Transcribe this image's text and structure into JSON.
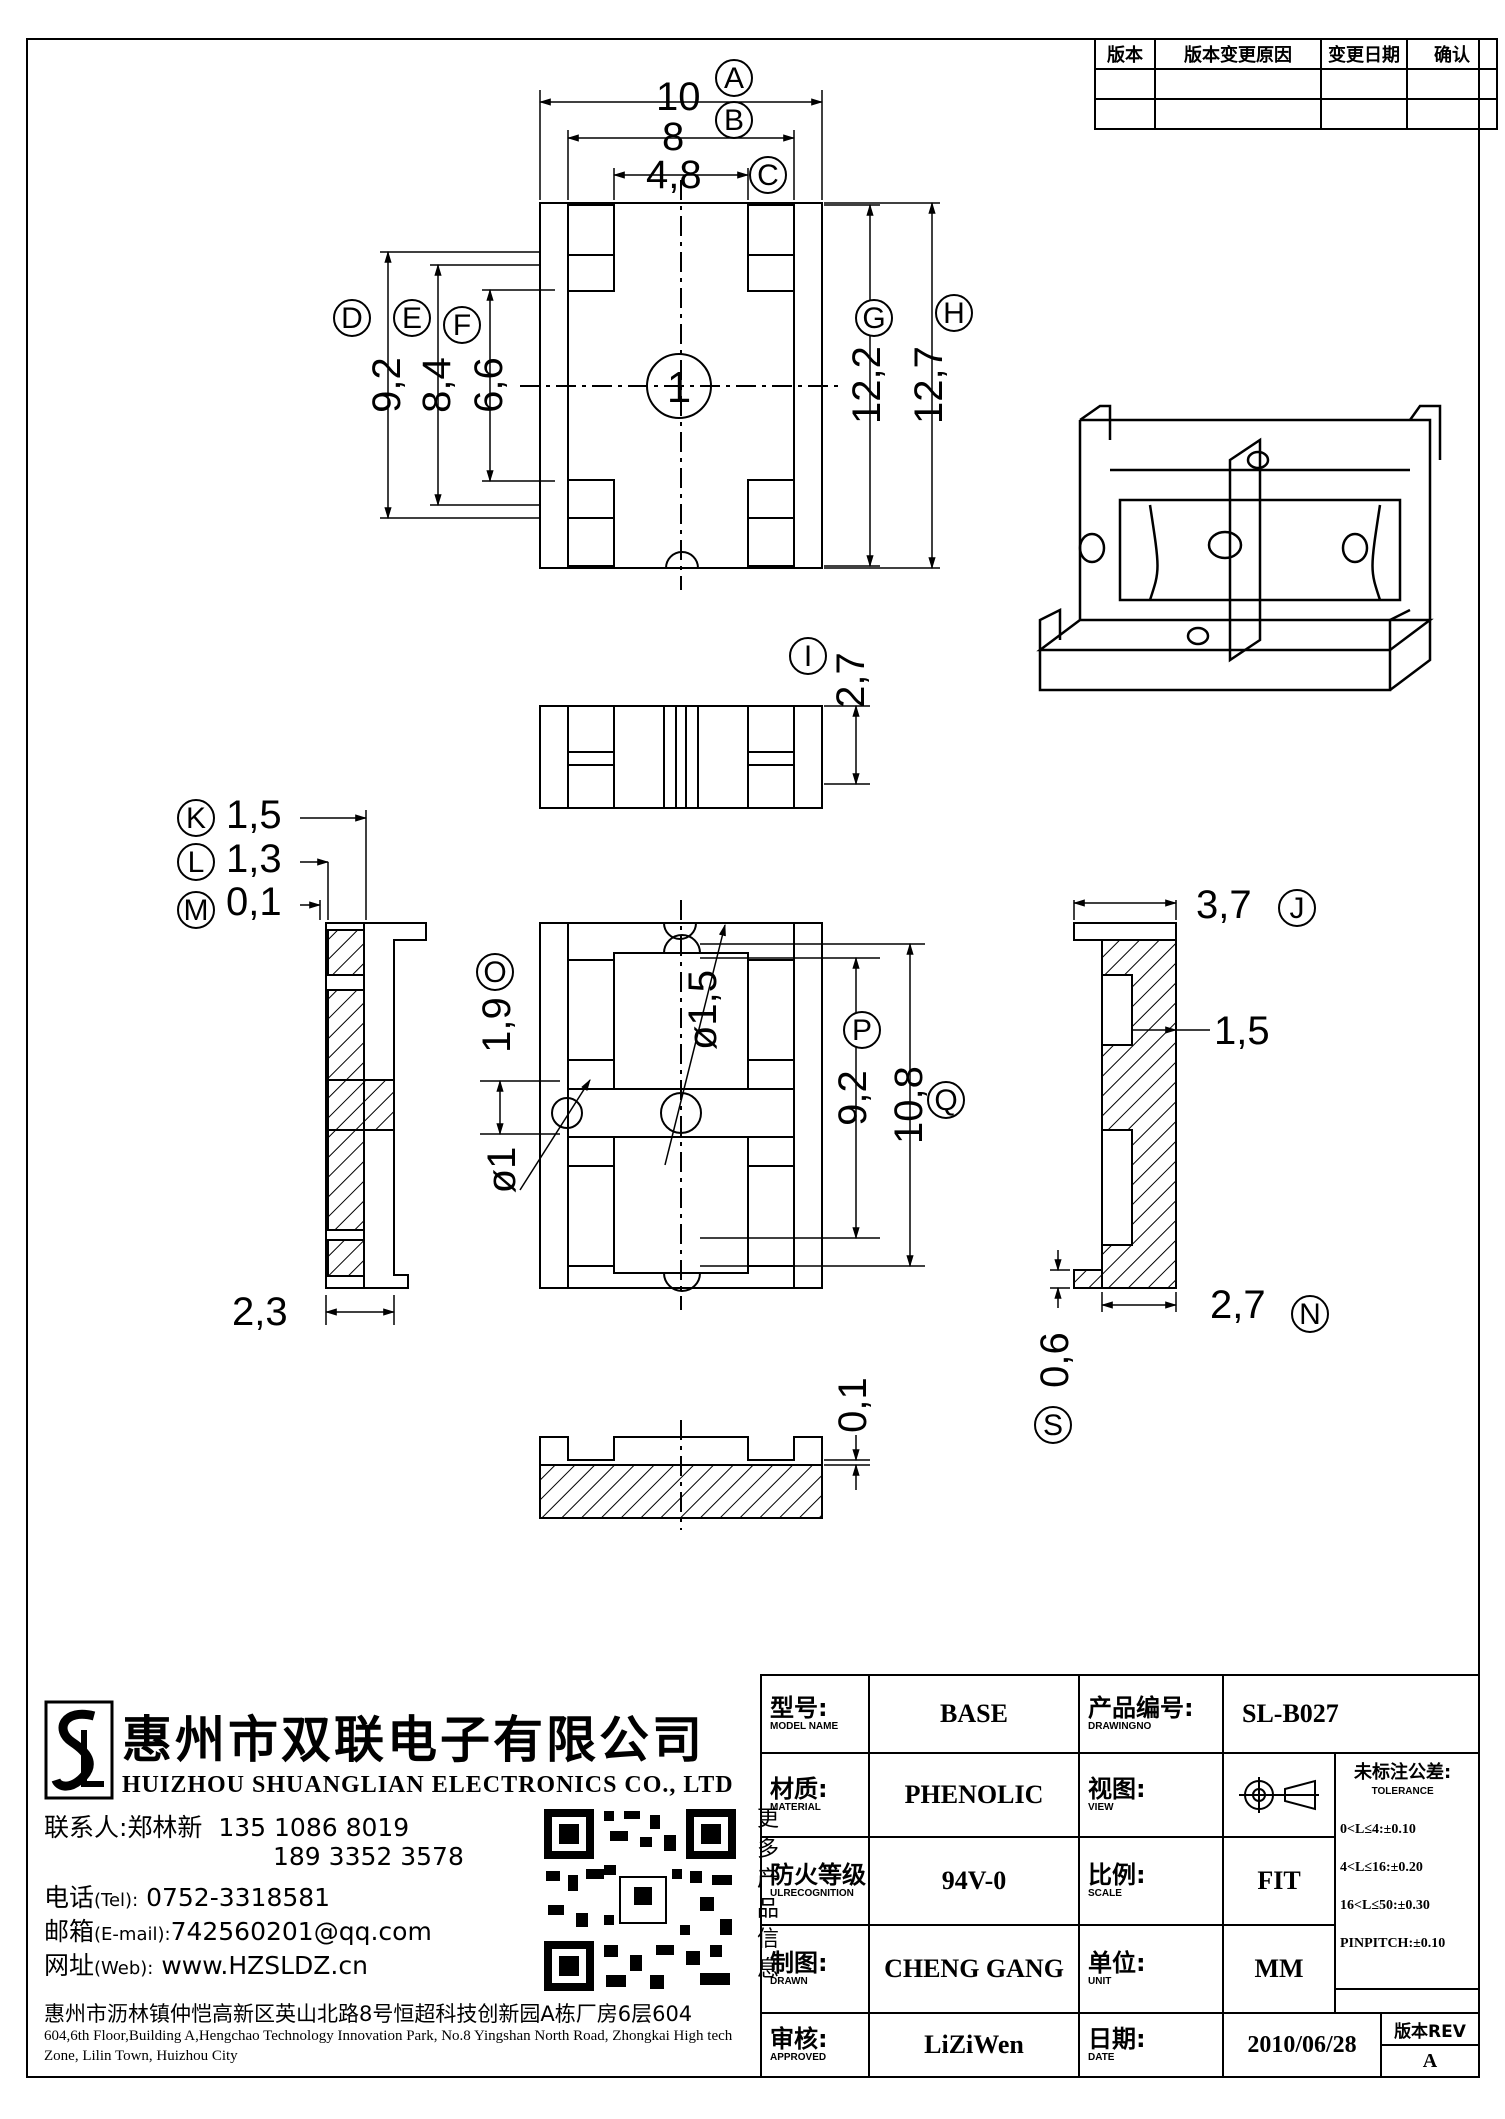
{
  "revision_header": [
    "版本",
    "版本变更原因",
    "变更日期",
    "确认"
  ],
  "dims": {
    "A": "10",
    "B": "8",
    "C": "4,8",
    "D": "9,2",
    "E": "8,4",
    "F": "6,6",
    "G": "12,2",
    "H": "12,7",
    "I": "2,7",
    "K": "1,5",
    "L": "1,3",
    "M": "0,1",
    "O": "1,9",
    "phi15": "ø1,5",
    "phi1": "ø1",
    "P": "9,2",
    "Q": "10,8",
    "J": "3,7",
    "side_mid": "1,5",
    "N": "2,7",
    "S": "0,6",
    "bottom_01": "0,1",
    "left_23": "2,3",
    "pin": "1"
  },
  "tags": [
    "A",
    "B",
    "C",
    "D",
    "E",
    "F",
    "G",
    "H",
    "I",
    "K",
    "L",
    "M",
    "O",
    "P",
    "Q",
    "J",
    "N",
    "S"
  ],
  "company": {
    "name_cn": "惠州市双联电子有限公司",
    "name_en": "HUIZHOU SHUANGLIAN ELECTRONICS CO., LTD",
    "contact_label": "联系人:郑林新",
    "phone1": "135 1086 8019",
    "phone2": "189 3352 3578",
    "tel_label": "电话",
    "tel_sub": "(Tel):",
    "tel": "0752-3318581",
    "mail_label": "邮箱",
    "mail_sub": "(E-mail):",
    "mail": "742560201@qq.com",
    "web_label": "网址",
    "web_sub": "(Web):",
    "web": "www.HZSLDZ.cn",
    "qr_side": "更多产品信息",
    "addr_cn": "惠州市沥林镇仲恺高新区英山北路8号恒超科技创新园A栋厂房6层604",
    "addr_en": "604,6th Floor,Building A,Hengchao Technology Innovation Park, No.8 Yingshan North Road, Zhongkai High tech Zone, Lilin Town, Huizhou City"
  },
  "title_block": {
    "model_cn": "型号:",
    "model_en": "MODEL NAME",
    "model": "BASE",
    "drawing_cn": "产品编号:",
    "drawing_en": "DRAWINGNO",
    "drawing": "SL-B027",
    "material_cn": "材质:",
    "material_en": "MATERIAL",
    "material": "PHENOLIC",
    "view_cn": "视图:",
    "view_en": "VIEW",
    "tol_cn": "未标注公差:",
    "tol_en": "TOLERANCE",
    "tol1": "0<L≤4:±0.10",
    "tol2": "4<L≤16:±0.20",
    "tol3": "16<L≤50:±0.30",
    "tol4": "PINPITCH:±0.10",
    "flame_cn": "防火等级",
    "flame_en": "ULRECOGNITION",
    "flame": "94V-0",
    "scale_cn": "比例:",
    "scale_en": "SCALE",
    "scale": "FIT",
    "drawn_cn": "制图:",
    "drawn_en": "DRAWN",
    "drawn": "CHENG GANG",
    "unit_cn": "单位:",
    "unit_en": "UNIT",
    "unit": "MM",
    "approved_cn": "审核:",
    "approved_en": "APPROVED",
    "approved": "LiZiWen",
    "date_cn": "日期:",
    "date_en": "DATE",
    "date": "2010/06/28",
    "rev_label": "版本REV",
    "rev": "A"
  },
  "colors": {
    "line": "#000000",
    "paper": "#ffffff"
  }
}
